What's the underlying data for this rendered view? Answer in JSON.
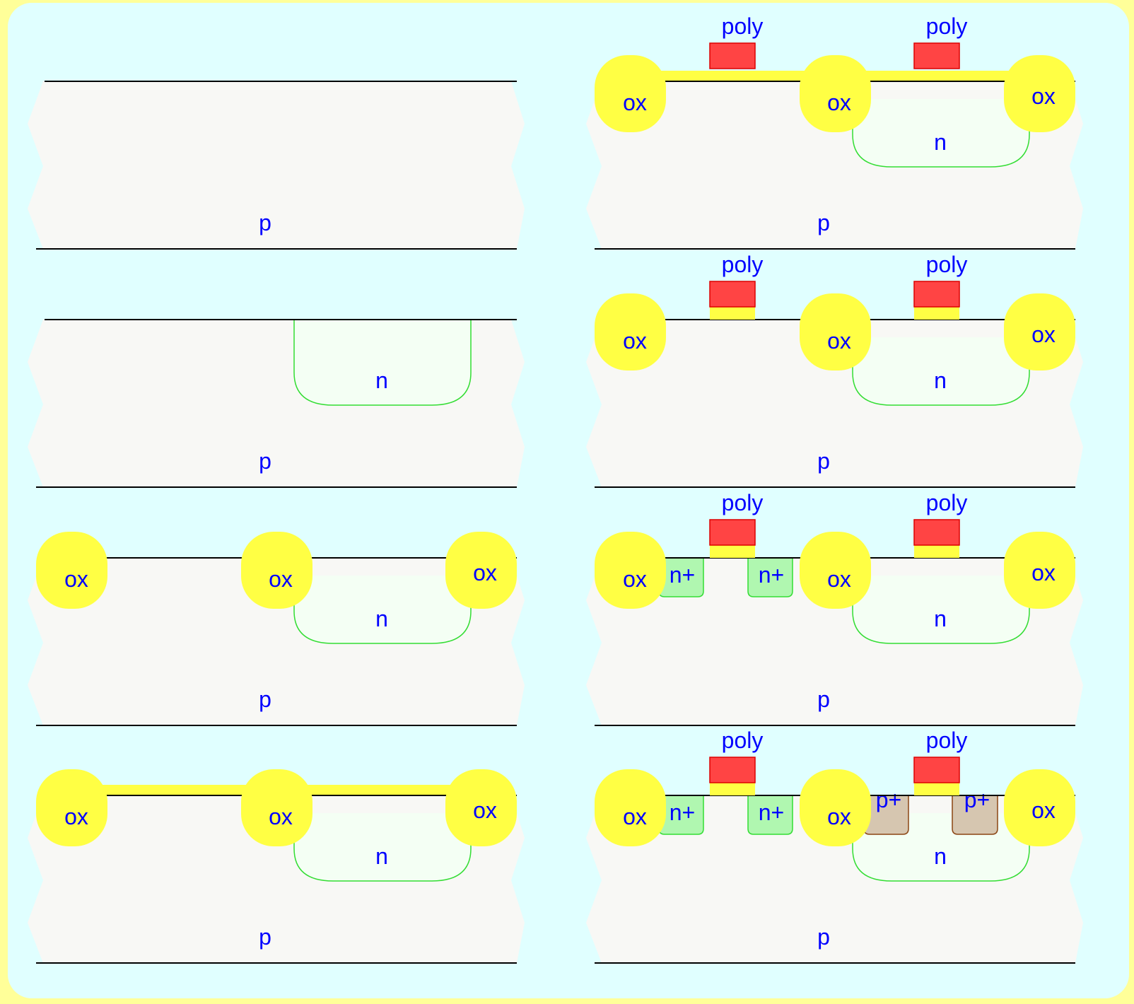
{
  "labels": {
    "substrate": "p",
    "well": "n",
    "oxide": "ox",
    "poly": "poly",
    "n_plus": "n+",
    "p_plus": "p+"
  },
  "panels": [
    {
      "id": "step-1-substrate",
      "column": 1,
      "row": 1,
      "well": false,
      "field_oxide": false,
      "thin_oxide": false,
      "gates": false,
      "gate_oxide": false,
      "n_plus": false,
      "p_plus": false
    },
    {
      "id": "step-2-n-well",
      "column": 1,
      "row": 2,
      "well": true,
      "field_oxide": false,
      "thin_oxide": false,
      "gates": false,
      "gate_oxide": false,
      "n_plus": false,
      "p_plus": false
    },
    {
      "id": "step-3-field-oxide",
      "column": 1,
      "row": 3,
      "well": true,
      "field_oxide": true,
      "thin_oxide": false,
      "gates": false,
      "gate_oxide": false,
      "n_plus": false,
      "p_plus": false
    },
    {
      "id": "step-4-thin-oxide",
      "column": 1,
      "row": 4,
      "well": true,
      "field_oxide": true,
      "thin_oxide": true,
      "gates": false,
      "gate_oxide": false,
      "n_plus": false,
      "p_plus": false
    },
    {
      "id": "step-5-poly-deposit",
      "column": 2,
      "row": 1,
      "well": true,
      "field_oxide": true,
      "thin_oxide": true,
      "gates": true,
      "gate_oxide": false,
      "n_plus": false,
      "p_plus": false
    },
    {
      "id": "step-6-poly-etch",
      "column": 2,
      "row": 2,
      "well": true,
      "field_oxide": true,
      "thin_oxide": false,
      "gates": true,
      "gate_oxide": true,
      "n_plus": false,
      "p_plus": false
    },
    {
      "id": "step-7-n-plus-implant",
      "column": 2,
      "row": 3,
      "well": true,
      "field_oxide": true,
      "thin_oxide": false,
      "gates": true,
      "gate_oxide": true,
      "n_plus": true,
      "p_plus": false
    },
    {
      "id": "step-8-p-plus-implant",
      "column": 2,
      "row": 4,
      "well": true,
      "field_oxide": true,
      "thin_oxide": false,
      "gates": true,
      "gate_oxide": true,
      "n_plus": true,
      "p_plus": true
    }
  ],
  "colors": {
    "background": "#e0ffff",
    "frame": "#ffff99",
    "substrate": "#f8f8f5",
    "well_fill": "#f4fff4",
    "well_line": "#33dd33",
    "oxide": "#ffff44",
    "poly": "#ff4444",
    "poly_line": "#dd0000",
    "n_plus": "#b0f7b0",
    "p_plus": "#d6c6b0",
    "p_plus_line": "#8b4513",
    "label": "#0000ff",
    "surface_line": "#000000"
  }
}
